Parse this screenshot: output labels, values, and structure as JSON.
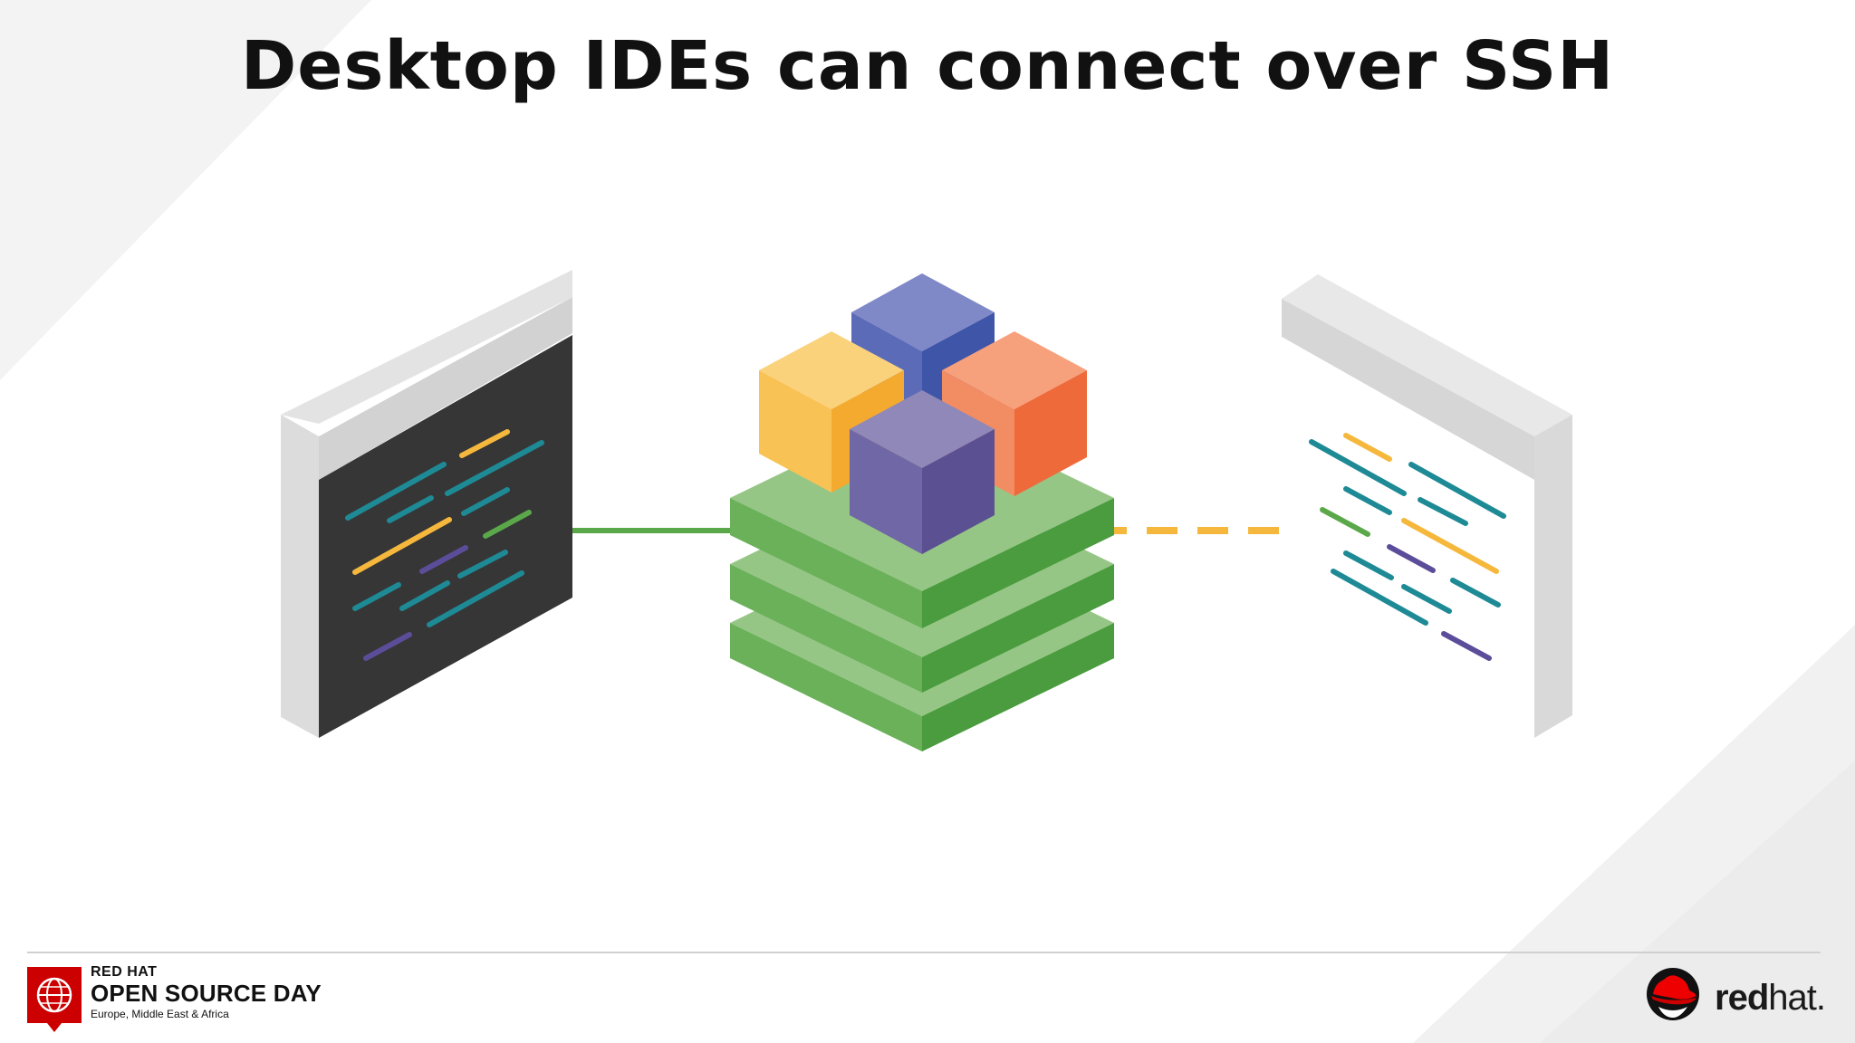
{
  "slide": {
    "title": "Desktop IDEs can connect over SSH"
  },
  "diagram": {
    "left_ide": {
      "theme": "dark",
      "screen_color": "#363636",
      "frame_color": "#dcdcdc"
    },
    "right_ide": {
      "theme": "light",
      "screen_color": "#ffffff",
      "frame_color": "#dcdcdc"
    },
    "ssh_link_color": "#5aa84a",
    "dashed_link_color": "#f5b83d",
    "platform_color": "#6db35a",
    "cube_colors": {
      "back": "#5b6bb8",
      "left": "#f8be4e",
      "right": "#f27a4f",
      "front": "#6e63a3"
    },
    "code_line_colors": [
      "#1e8a95",
      "#f5b83d",
      "#5aa84a",
      "#5c4d9a"
    ]
  },
  "footer": {
    "event": {
      "brand": "RED HAT",
      "name": "OPEN SOURCE DAY",
      "region": "Europe, Middle East & Africa"
    },
    "vendor_logo": {
      "wordmark_bold": "red",
      "wordmark_regular": "hat",
      "trademark": "."
    }
  }
}
